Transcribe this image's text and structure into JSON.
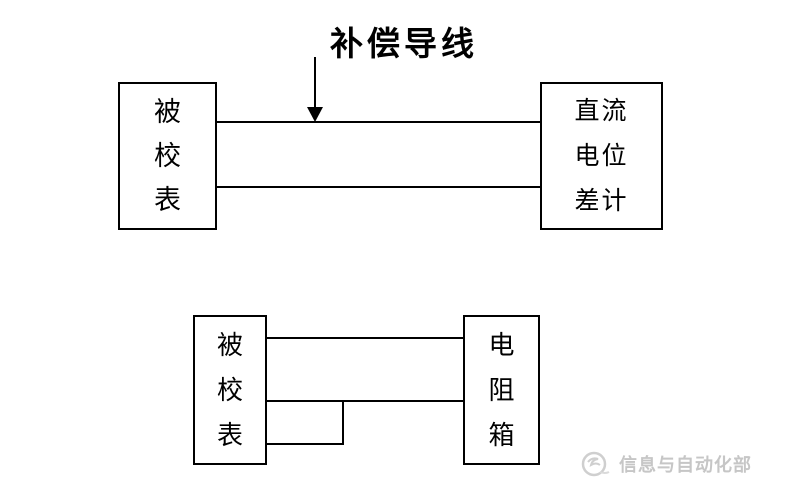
{
  "title": {
    "text": "补偿导线"
  },
  "top_diagram": {
    "left_box": {
      "name": "被校表",
      "lines": [
        "被",
        "校",
        "表"
      ]
    },
    "right_box": {
      "name": "直流电位差计",
      "lines": [
        "直流",
        "电位",
        "差计"
      ]
    },
    "wires": [
      "upper compensation lead",
      "lower lead"
    ]
  },
  "bottom_diagram": {
    "left_box": {
      "name": "被校表",
      "lines": [
        "被",
        "校",
        "表"
      ]
    },
    "right_box": {
      "name": "电阻箱",
      "lines": [
        "电",
        "阻",
        "箱"
      ]
    },
    "wires": [
      "upper lead",
      "middle lead",
      "stub loop"
    ]
  },
  "watermark": {
    "text": "信息与自动化部",
    "icon": "swirl-logo",
    "color": "#c6c6c6"
  },
  "colors": {
    "line": "#000000",
    "background": "#ffffff"
  }
}
